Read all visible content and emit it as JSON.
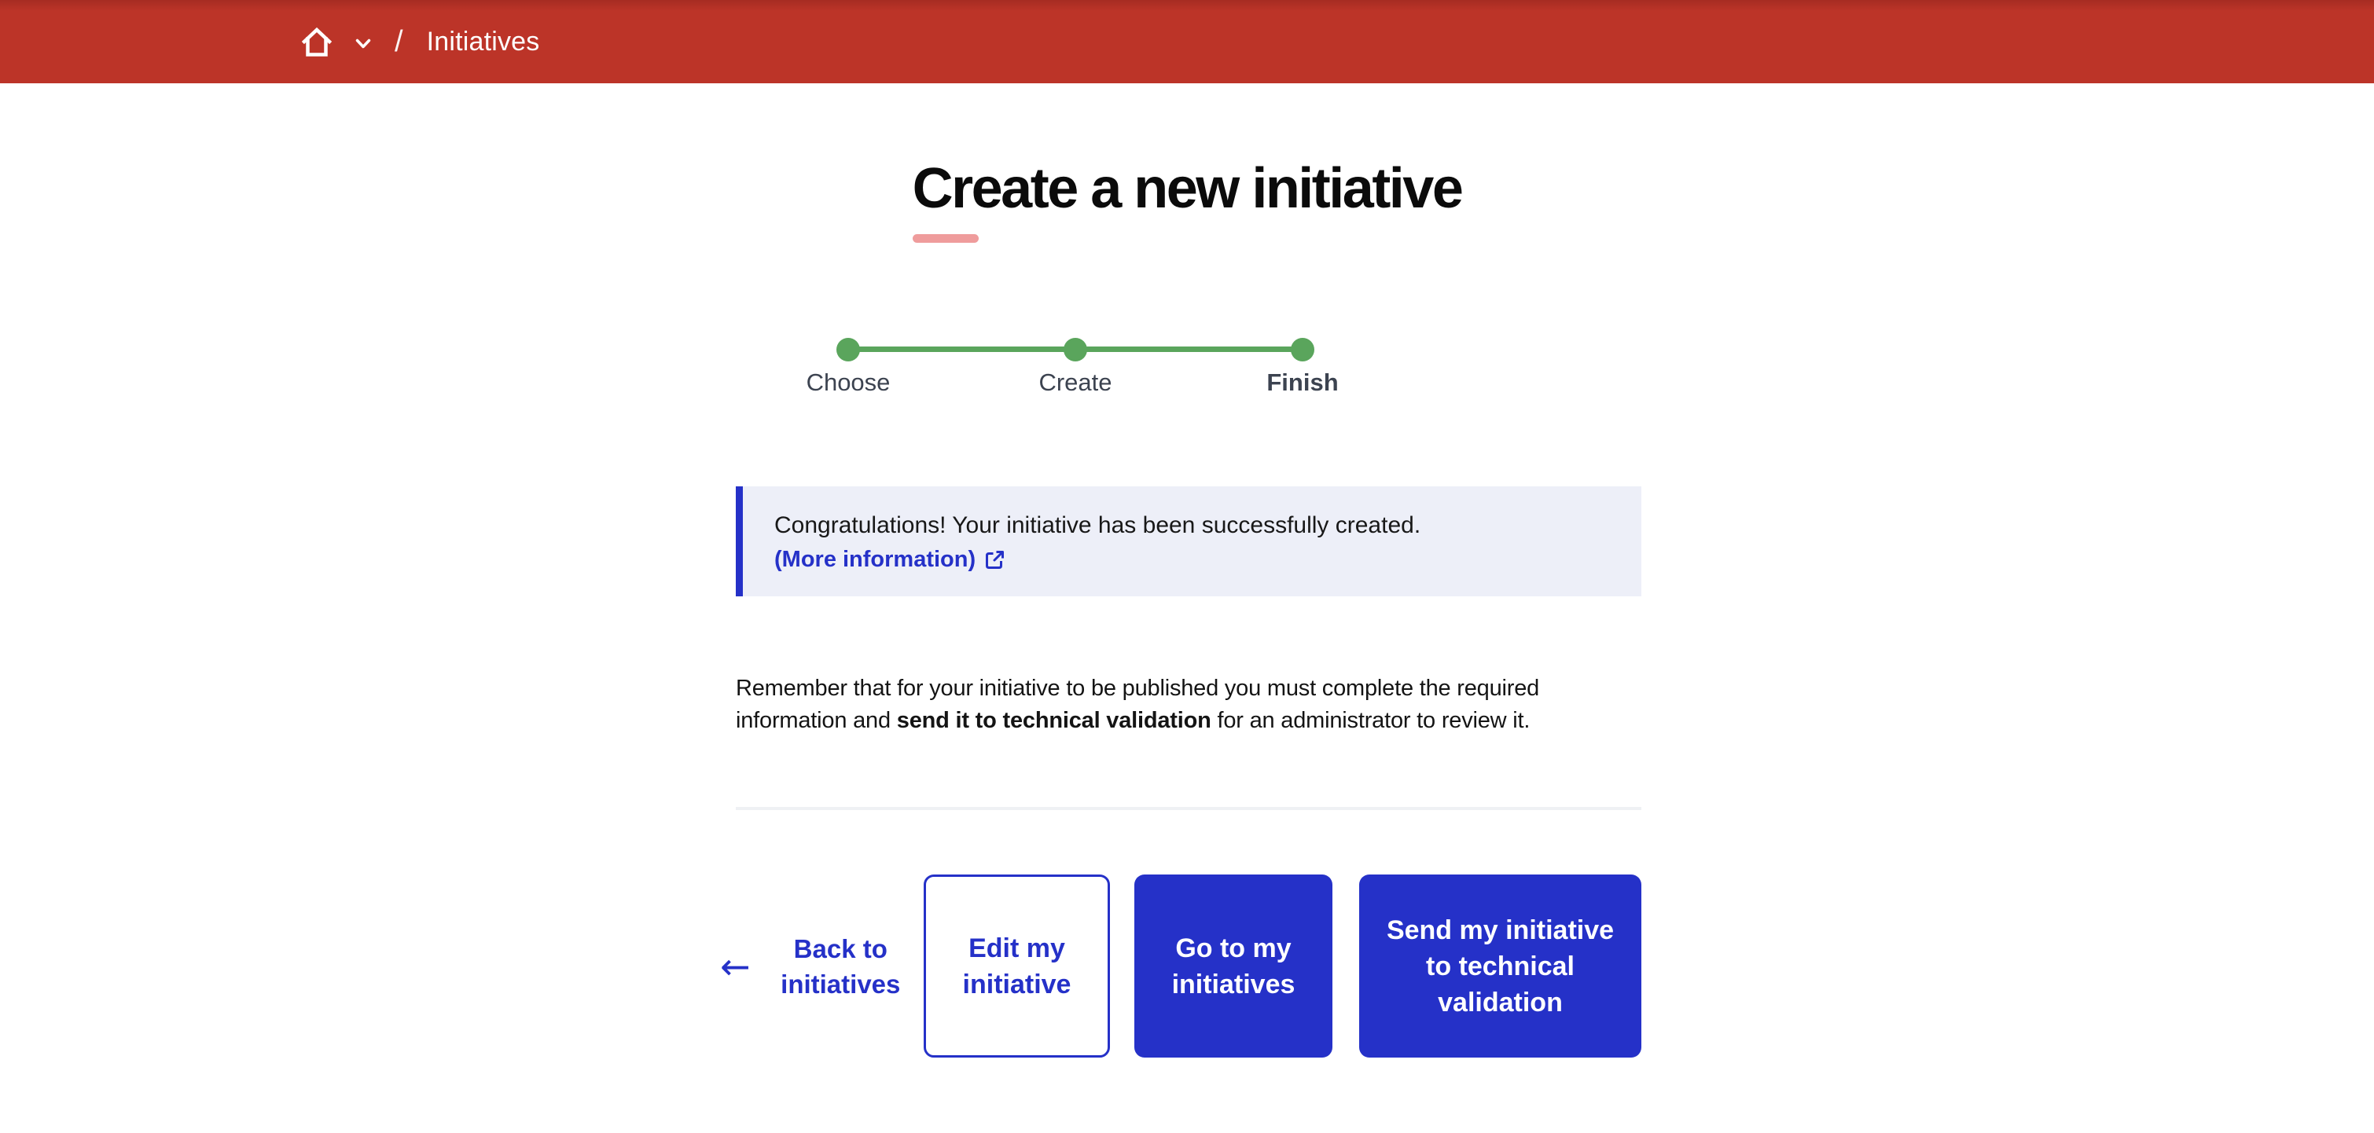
{
  "colors": {
    "header_red": "#bc3428",
    "header_red_dark": "#a62c22",
    "accent_blue": "#2531c8",
    "stepper_green": "#5aa55c",
    "stepper_label": "#3c4350",
    "alert_bg": "#edeff8",
    "underline_pink": "#ef9c9c",
    "divider_gray": "#eff1f4",
    "text_dark": "#141414"
  },
  "header": {
    "home_icon": "home-icon",
    "dropdown_icon": "chevron-down-icon",
    "separator": "/",
    "current": "Initiatives"
  },
  "page": {
    "title": "Create a new initiative"
  },
  "stepper": {
    "steps": [
      {
        "label": "Choose",
        "state": "completed"
      },
      {
        "label": "Create",
        "state": "completed"
      },
      {
        "label": "Finish",
        "state": "current"
      }
    ]
  },
  "alert": {
    "message": "Congratulations! Your initiative has been successfully created.",
    "link_label": "(More information)",
    "link_icon": "external-link-icon"
  },
  "note": {
    "lines": [
      {
        "pre": "Remember that for your initiative to be published you must complete the required",
        "bold": "",
        "post": ""
      },
      {
        "pre": "information and ",
        "bold": "send it to technical validation",
        "post": " for an administrator to review it."
      }
    ]
  },
  "actions": {
    "back_icon": "arrow-left-icon",
    "back_label": "Back to initiatives",
    "edit_label": "Edit my initiative",
    "go_label": "Go to my initiatives",
    "send_label": "Send my initiative to technical validation"
  }
}
